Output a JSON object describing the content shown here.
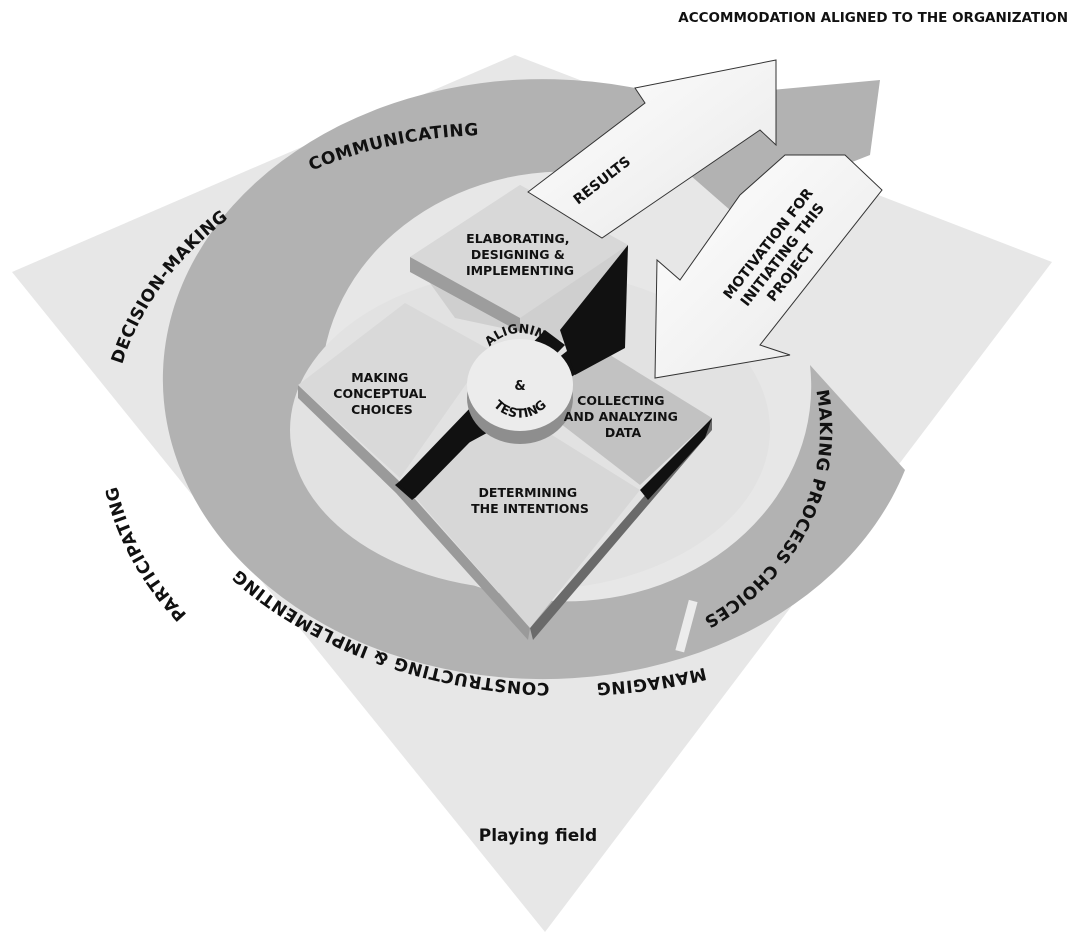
{
  "title": "ACCOMMODATION ALIGNED TO THE ORGANIZATION",
  "base_label": "Playing field",
  "arrows": {
    "results": "RESULTS",
    "motivation": [
      "MOTIVATION FOR",
      "INITIATING THIS",
      "PROJECT"
    ]
  },
  "core": {
    "top": "ALIGNING",
    "middle": "&",
    "bottom": "TESTING"
  },
  "quadrants": {
    "elaborating": [
      "ELABORATING,",
      "DESIGNING &",
      "IMPLEMENTING"
    ],
    "conceptual": [
      "MAKING",
      "CONCEPTUAL",
      "CHOICES"
    ],
    "collecting": [
      "COLLECTING",
      "AND ANALYZING",
      "DATA"
    ],
    "intentions": [
      "DETERMINING",
      "THE INTENTIONS"
    ]
  },
  "ring_labels": {
    "participating": "PARTICIPATING",
    "decision_making": "DECISION-MAKING",
    "communicating": "COMMUNICATING",
    "process_choices": "MAKING PROCESS CHOICES",
    "managing": "MANAGING",
    "constructing": "CONSTRUCTING & IMPLEMENTING"
  },
  "colors": {
    "plane": "#e7e7e7",
    "ring": "#b2b2b2",
    "inner_disc": "#e2e2e2",
    "block_top": "#d4d4d4",
    "block_dark": "#111111",
    "arrow_fill": "#f7f7f7"
  }
}
